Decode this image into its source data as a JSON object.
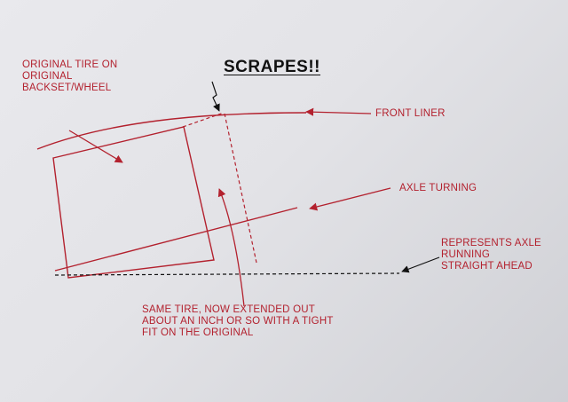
{
  "colors": {
    "diagram_red": "#b3212e",
    "ink_black": "#111111",
    "paper": "#e3e3e7"
  },
  "labels": {
    "scrapes": "SCRAPES!!",
    "original_tire": "ORIGINAL TIRE ON\nORIGINAL\nBACKSET/WHEEL",
    "front_liner": "FRONT LINER",
    "axle_turning": "AXLE TURNING",
    "axle_straight": "REPRESENTS AXLE\nRUNNING\nSTRAIGHT AHEAD",
    "extended_tire": "SAME TIRE, NOW EXTENDED OUT\nABOUT AN INCH OR SO WITH A TIGHT\nFIT ON THE ORIGINAL"
  }
}
